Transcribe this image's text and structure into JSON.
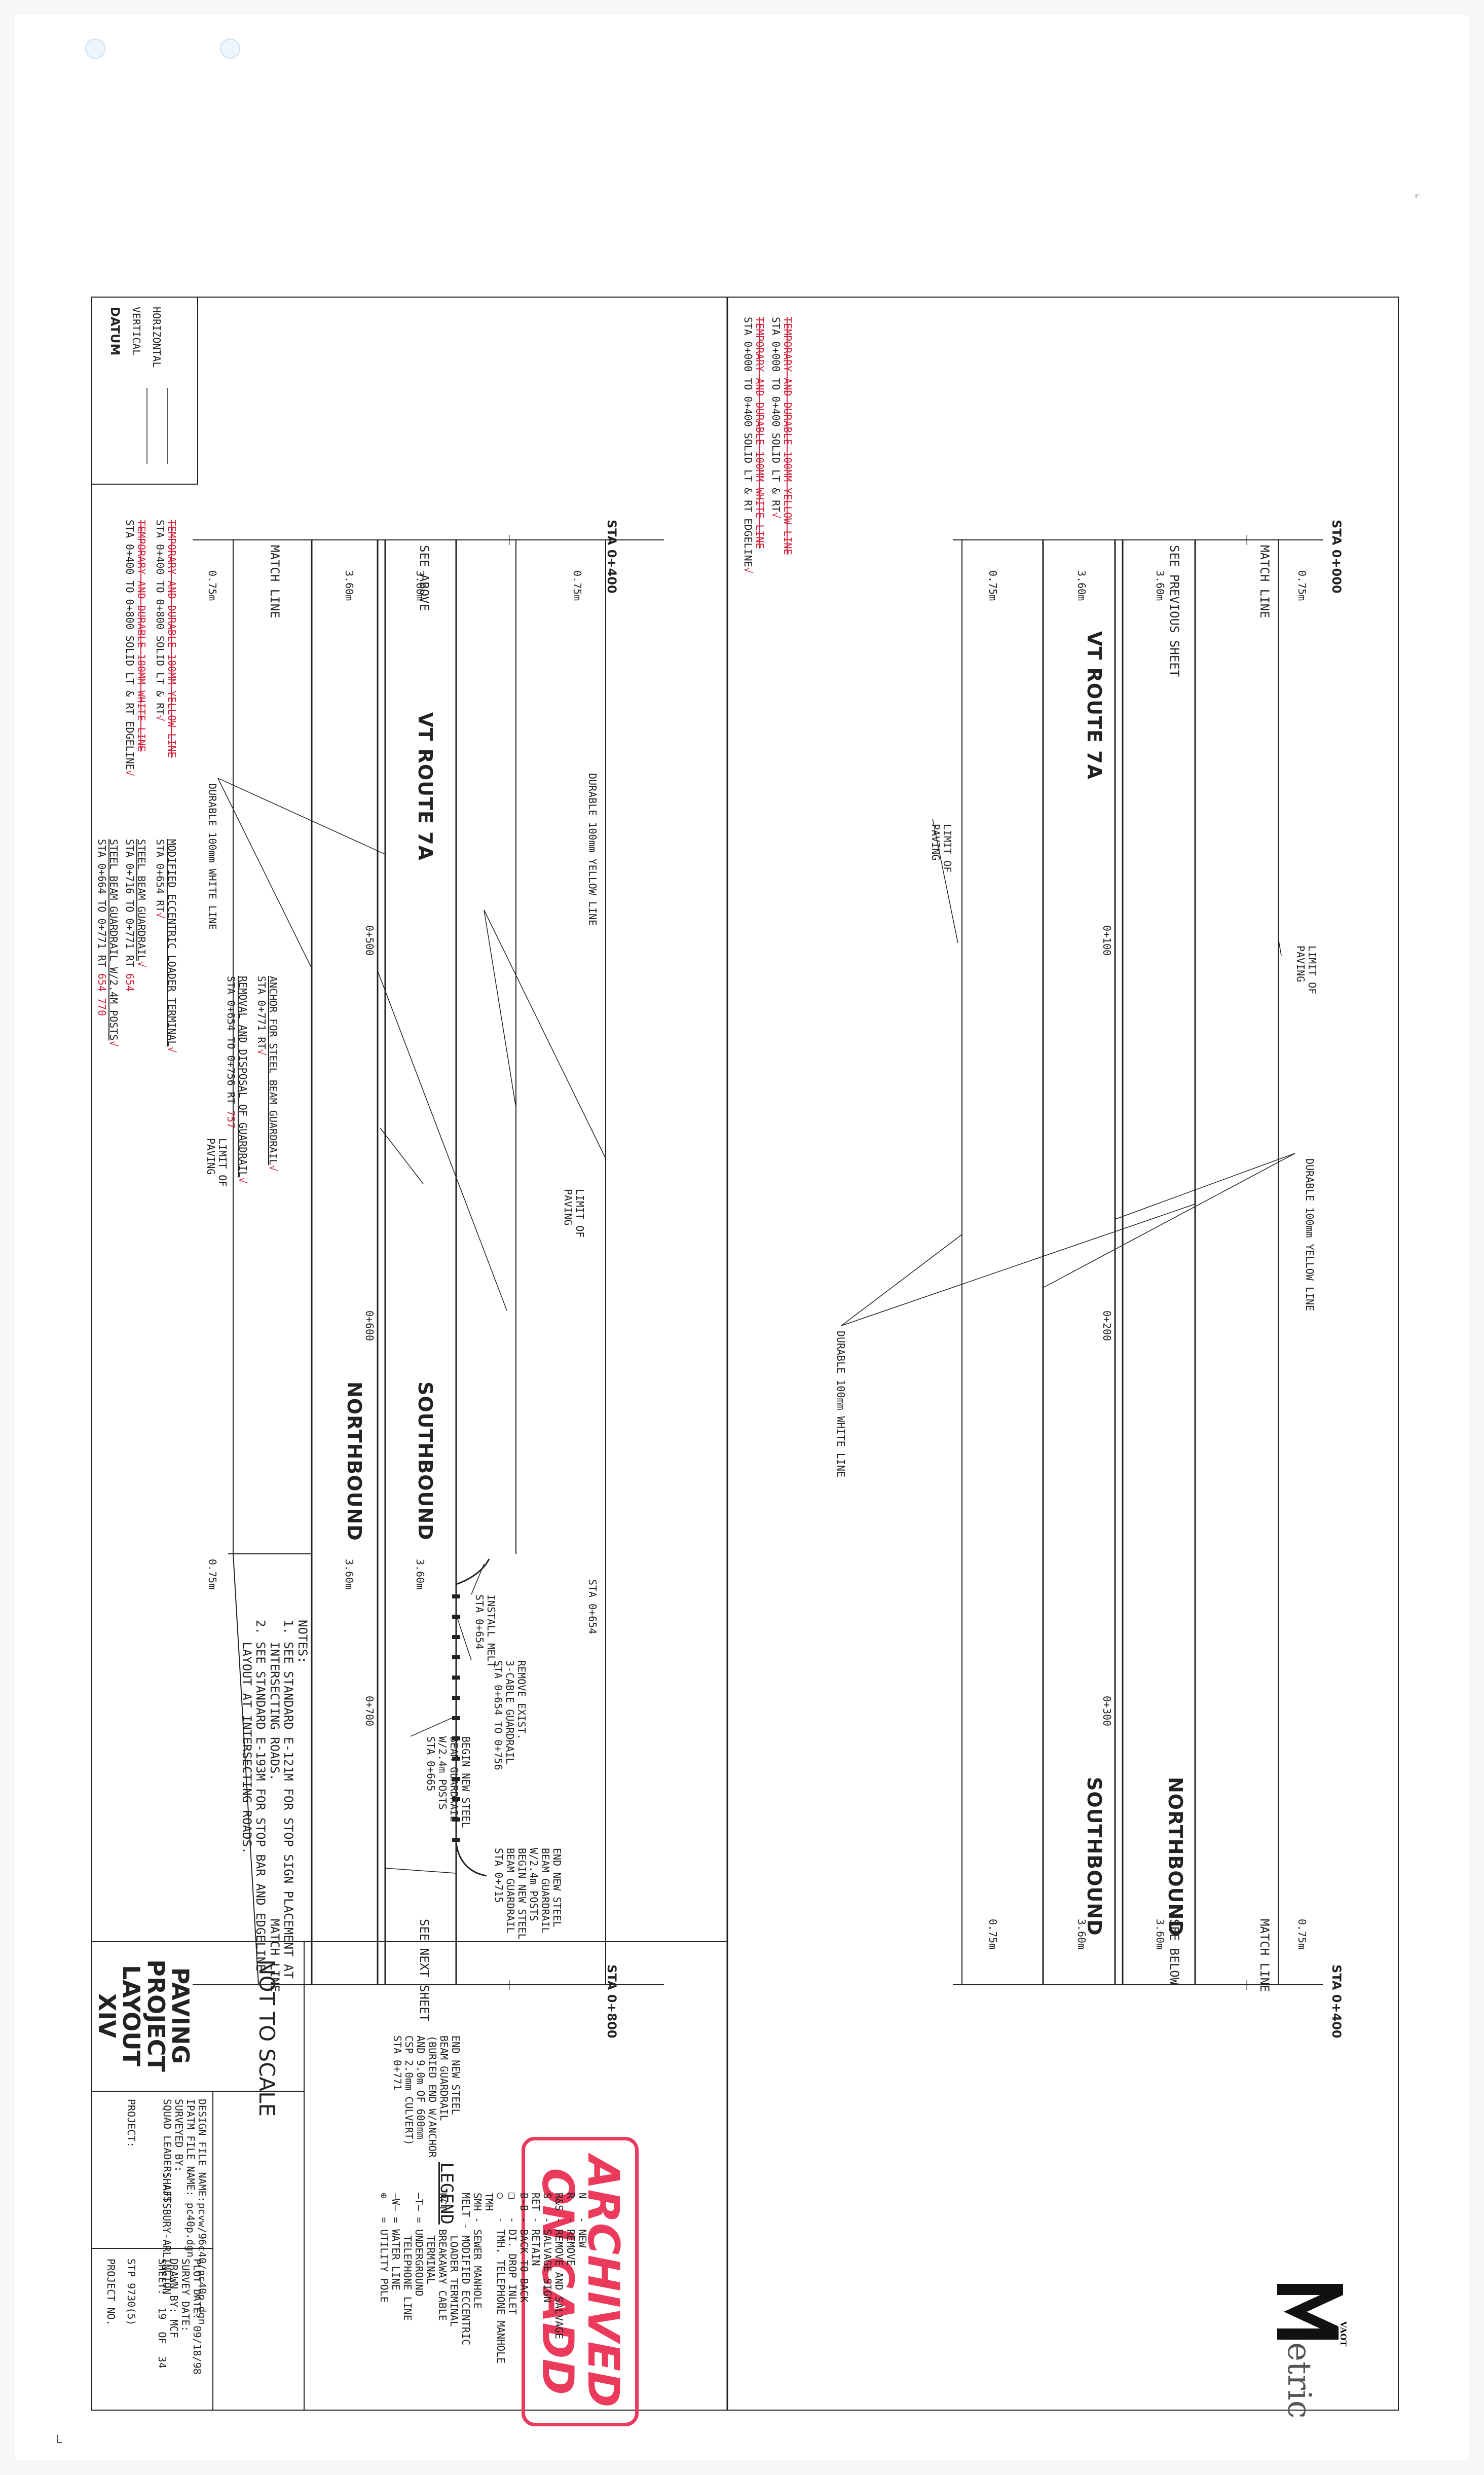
{
  "sheet": {
    "project_title": "PAVING\nPROJECT\nLAYOUT\nXIV",
    "not_to_scale": "NOT TO SCALE",
    "datum_label": "DATUM",
    "datum_vertical": "VERTICAL",
    "datum_horizontal": "HORIZONTAL",
    "project_label": "PROJECT:",
    "project_name": "SHAFTSBURY-ARLINGTON",
    "project_no_label": "PROJECT NO.",
    "project_no": "STP 9730(5)",
    "design_file": "DESIGN FILE NAME:pcvw/96c40/pc40p.dgn",
    "ipatm_file": "IPATM FILE NAME: pc40p.dgn",
    "surveyed_by": "SURVEYED BY:",
    "squad_leader": "SQUAD LEADER: AJS",
    "plot_date": "PLOT DATE: 09/18/98",
    "survey_date": "SURVEY DATE:",
    "drawn_by": "DRAWN BY: MCF",
    "sheet_of": "SHEET:  19  OF  34",
    "stamp_line1": "ARCHIVED",
    "stamp_line2": "ON CADD",
    "logo_text": "etric",
    "logo_badge": "VAOT"
  },
  "legend": {
    "title": "LEGEND",
    "items": [
      "N   - NEW",
      "R   - REMOVE",
      "R&S - REMOVE AND SALVAGE",
      "S   - SALVAGE SIGN",
      "RET - RETAIN",
      "B-B - BACK TO BACK",
      "□   - DI. DROP INLET",
      "○   - TMH. TELEPHONE MANHOLE",
      "TMH",
      "SMH - SEWER MANHOLE",
      "MELT - MODIFIED ECCENTRIC",
      "       LOADER TERMINAL",
      "BCT - BREAKAWAY CABLE",
      "       TERMINAL",
      "—T— = UNDERGROUND",
      "       TELEPHONE LINE",
      "—W— = WATER LINE",
      "⊕   = UTILITY POLE"
    ]
  },
  "notes": {
    "title": "NOTES:",
    "items": [
      "1. SEE STANDARD E-121M FOR STOP SIGN PLACEMENT AT\n   INTERSECTING ROADS.",
      "2. SEE STANDARD E-193M FOR STOP BAR AND EDGELINE\n   LAYOUT AT INTERSECTING ROADS."
    ]
  },
  "top_panel": {
    "sta_start": "STA 0+000",
    "sta_end": "STA 0+400",
    "match_left": "MATCH LINE",
    "see_left": "SEE PREVIOUS SHEET",
    "match_right": "MATCH LINE",
    "see_right": "SEE BELOW",
    "dims": [
      "0.75m",
      "3.60m",
      "3.60m",
      "0.75m"
    ],
    "road": "VT ROUTE 7A",
    "southbound": "SOUTHBOUND",
    "northbound": "NORTHBOUND",
    "stations": [
      "0+100",
      "0+200",
      "0+300"
    ],
    "limit_paving": "LIMIT OF\nPAVING",
    "white_line": "DURABLE 100mm WHITE LINE",
    "yellow_line": "DURABLE 100mm YELLOW LINE",
    "note_a": "TEMPORARY AND DURABLE 100MM YELLOW LINE",
    "note_a2": "STA 0+000 TO 0+400 SOLID LT & RT",
    "note_b": "TEMPORARY AND DURABLE 100MM WHITE LINE",
    "note_b2": "STA 0+000 TO 0+400 SOLID LT & RT EDGELINE",
    "check": "√"
  },
  "bottom_panel": {
    "sta_start": "STA 0+400",
    "sta_end": "STA 0+800",
    "sta_mid": "STA 0+654",
    "match_left": "MATCH LINE",
    "see_left": "SEE ABOVE",
    "match_right": "MATCH LINE",
    "see_right": "SEE NEXT SHEET",
    "dims": [
      "0.75m",
      "3.60m",
      "3.60m",
      "0.75m"
    ],
    "road": "VT ROUTE 7A",
    "southbound": "SOUTHBOUND",
    "northbound": "NORTHBOUND",
    "stations": [
      "0+500",
      "0+600",
      "0+700"
    ],
    "limit_paving": "LIMIT OF\nPAVING",
    "white_line": "DURABLE 100mm WHITE LINE",
    "yellow_line": "DURABLE 100mm YELLOW LINE",
    "note_a": "TEMPORARY AND DURABLE 100MM YELLOW LINE",
    "note_a2": "STA 0+400 TO 0+800 SOLID LT & RT",
    "note_b": "TEMPORARY AND DURABLE 100MM WHITE LINE",
    "note_b2": "STA 0+400 TO 0+800 SOLID LT & RT EDGELINE",
    "melt": "MODIFIED ECCENTRIC LOADER TERMINAL",
    "melt2": "STA 0+654 RT",
    "guard": "STEEL BEAM GUARDRAIL",
    "guard2": "STA 0+716 TO 0+771 RT",
    "guard2_red": "654",
    "guard_post": "STEEL BEAM GUARDRAIL W/2.4M POSTS",
    "guard_post2": "STA 0+664 TO 0+771 RT",
    "guard_post2_red": "654 770",
    "anchor": "ANCHOR FOR STEEL BEAM GUARDRAIL",
    "anchor2": "STA 0+771 RT",
    "removal": "REMOVAL AND DISPOSAL OF GUARDRAIL",
    "removal2": "STA 0+654 TO 0+756 RT",
    "removal2_red": "757",
    "install_melt": "INSTALL MELT\nSTA 0+654",
    "remove_exist": "REMOVE EXIST.\n3-CABLE GUARDRAIL\nSTA 0+654 TO 0+756",
    "begin_new": "BEGIN NEW STEEL\nBEAM GUARDRAIL\nW/2.4m POSTS\nSTA 0+665",
    "end_new": "END NEW STEEL\nBEAM GUARDRAIL\nW/2.4m POSTS\nBEGIN NEW STEEL\nBEAM GUARDRAIL\nSTA 0+715",
    "end_anchor": "END NEW STEEL\nBEAM GUARDRAIL\n(BURIED END W/ANCHOR\nAND 9.0m OF 600mm\nCSP 2.0mm CULVERT)\nSTA 0+771"
  }
}
